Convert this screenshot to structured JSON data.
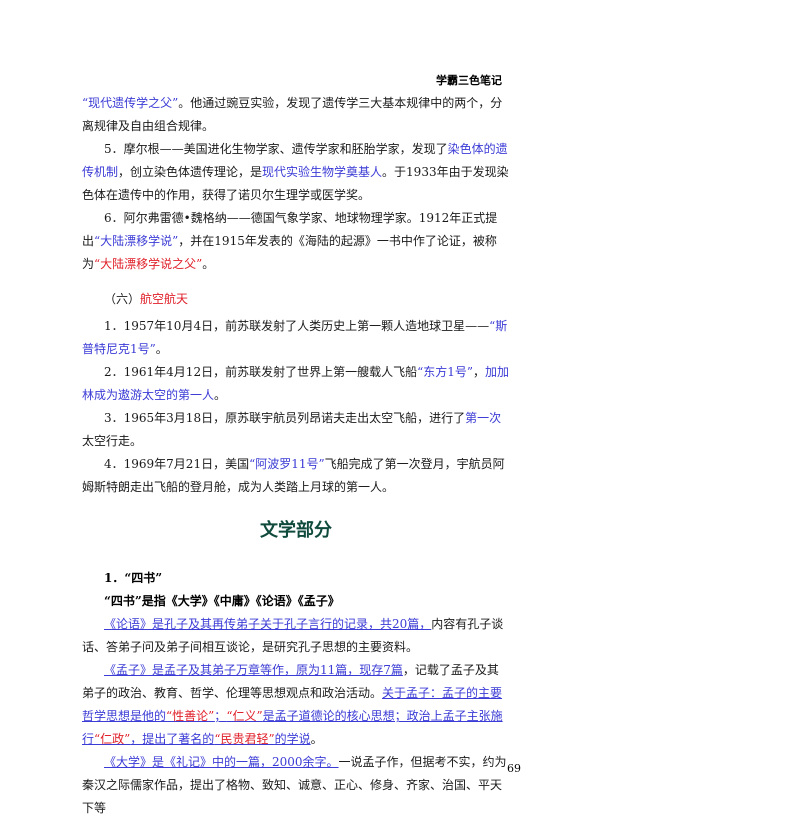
{
  "header": {
    "title": "学霸三色笔记"
  },
  "p1": {
    "s1": "“现代遗传学之父”",
    "s2": "。他通过豌豆实验，发现了遗传学三大基本规律中的两个，分离规律及自由组合规律。"
  },
  "p2": {
    "s1": "5．摩尔根——美国进化生物学家、遗传学家和胚胎学家，发现了",
    "s2": "染色体的遗传机制",
    "s3": "，创立染色体遗传理论，是",
    "s4": "现代实验生物学奠基人",
    "s5": "。于1933年由于发现染色体在遗传中的作用，获得了诺贝尔生理学或医学奖。"
  },
  "p3": {
    "s1": "6．阿尔弗雷德•魏格纳——德国气象学家、地球物理学家。1912年正式提出",
    "s2": "“大陆漂移学说”",
    "s3": "，并在1915年发表的《海陆的起源》一书中作了论证，被称为",
    "s4": "“大陆漂移学说之父”",
    "s5": "。"
  },
  "section6": {
    "s1": "（六）",
    "s2": "航空航天"
  },
  "a1": {
    "s1": "1．1957年10月4日，前苏联发射了人类历史上第一颗人造地球卫星——",
    "s2": "“斯普特尼克1号”",
    "s3": "。"
  },
  "a2": {
    "s1": "2．1961年4月12日，前苏联发射了世界上第一艘载人飞船",
    "s2": "“东方1号”",
    "s3": "，",
    "s4": "加加林成为遨游太空的第一人",
    "s5": "。"
  },
  "a3": {
    "s1": "3．1965年3月18日，原苏联宇航员列昂诺夫走出太空飞船，进行了",
    "s2": "第一次",
    "s3": "太空行走。"
  },
  "a4": {
    "s1": "4．1969年7月21日，美国",
    "s2": "“阿波罗11号”",
    "s3": "飞船完成了第一次登月，宇航员阿姆斯特朗走出飞船的登月舱，成为人类踏上月球的第一人。"
  },
  "lit": {
    "title": "文学部分",
    "item1": "1．“四书”",
    "def": "“四书”是指《大学》《中庸》《论语》《孟子》",
    "lunyu": {
      "s1": "《论语》是孔子及其再传弟子关于孔子言行的记录，共20篇，",
      "s2": "内容有孔子谈话、答弟子问及弟子间相互谈论，是研究孔子思想的主要资料。"
    },
    "mengzi": {
      "s1": "《孟子》是孟子及其弟子万章等作，原为11篇，现存7篇",
      "s2": "，记载了孟子及其弟子的政治、教育、哲学、伦理等思想观点和政治活动。",
      "s3": "关于孟子：孟子的主要哲学思想是他的",
      "s4": "“性善论”",
      "s5": "；",
      "s6": "“仁义”",
      "s7": "是孟子道德论的核心思想；政治上孟子主张施行",
      "s8": "“仁政”",
      "s9": "，提出了著名的",
      "s10": "“民贵君轻”",
      "s11": "的学说",
      "s12": "。"
    },
    "daxue": {
      "s1": "《大学》是《礼记》中的一篇，2000余字。",
      "s2": "一说孟子作，但据考不实，约为秦汉之际儒家作品，提出了格物、致知、诚意、正心、修身、齐家、治国、平天下等"
    }
  },
  "footer": {
    "page_number": "69"
  }
}
